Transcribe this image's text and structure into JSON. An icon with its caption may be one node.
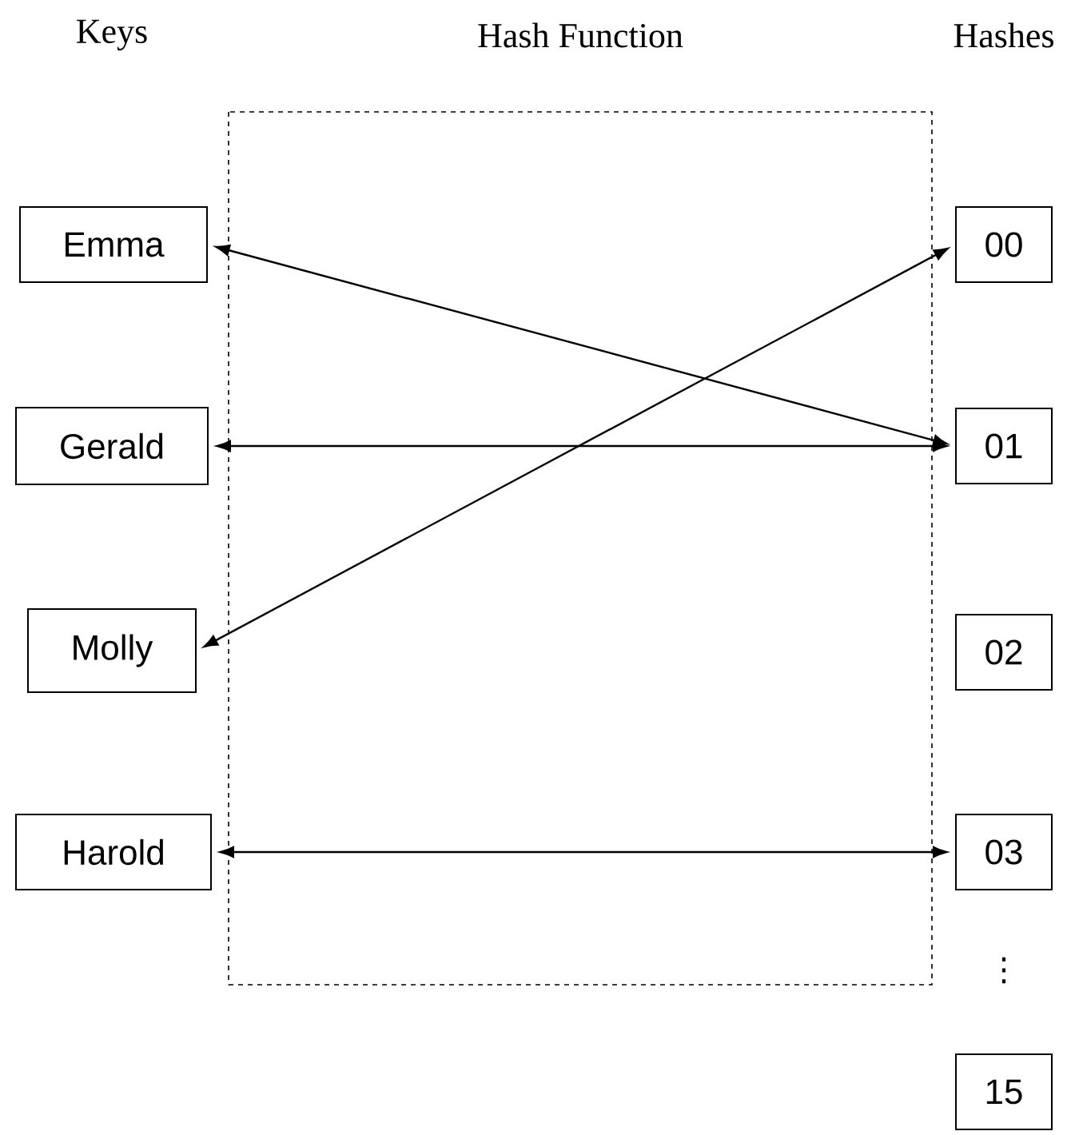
{
  "diagram": {
    "nodes": [
      {
        "text": [
          "Emma"
        ]
      },
      {
        "text": [
          "Gerald"
        ]
      },
      {
        "text": [
          "Molly"
        ]
      },
      {
        "text": [
          "Harold"
        ]
      },
      {
        "text": [
          "00"
        ]
      },
      {
        "text": [
          "01"
        ]
      },
      {
        "text": [
          "02"
        ]
      },
      {
        "text": [
          "03"
        ]
      },
      {
        "text": [
          "15"
        ]
      }
    ],
    "edges": [
      {
        "from": 0,
        "to": 5,
        "arrow": "both"
      },
      {
        "from": 1,
        "to": 5,
        "arrow": "both"
      },
      {
        "from": 2,
        "to": 4,
        "arrow": "both"
      },
      {
        "from": 3,
        "to": 7,
        "arrow": "both"
      }
    ],
    "labels": [
      "Keys",
      "Hash Function",
      "Hashes",
      "⋮"
    ]
  }
}
